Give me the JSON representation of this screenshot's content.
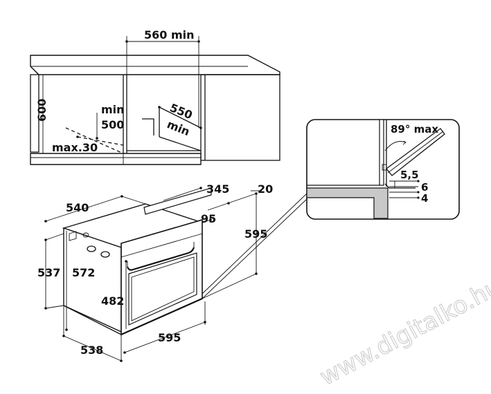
{
  "cabinet_section": {
    "width_label": "560 min",
    "height_label": "600",
    "depth_label_1": "550",
    "depth_label_2": "min",
    "vent_label_1": "min",
    "vent_label_2": "500",
    "vent_max_label": "max.30"
  },
  "oven_section": {
    "top_depth": "345",
    "top_clearance": "20",
    "overall_depth": "540",
    "panel_depth": "95",
    "front_height": "595",
    "body_height_left": "537",
    "body_height_inner": "572",
    "door_height": "482",
    "bottom_depth": "538",
    "front_width": "595"
  },
  "detail": {
    "angle_label": "89° max",
    "gap_1": "5,5",
    "gap_2": "6",
    "gap_3": "4"
  },
  "watermark": "www.digitalko.hu"
}
